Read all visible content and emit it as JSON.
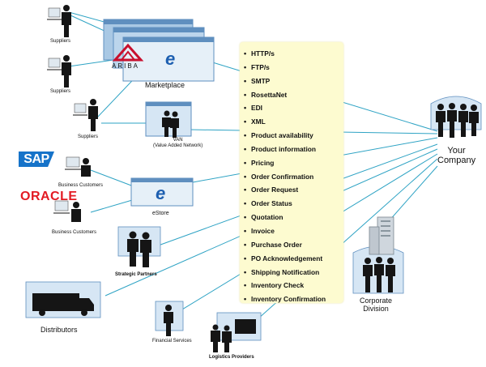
{
  "labels": {
    "suppliers_1": "Suppliers",
    "suppliers_2": "Suppliers",
    "suppliers_3": "Suppliers",
    "marketplace": "Marketplace",
    "ariba": "ARIBA",
    "van": "VAN\n(Value Added Network)",
    "business_customers_1": "Business Customers",
    "business_customers_2": "Business Customers",
    "estore": "eStore",
    "strategic_partners": "Strategic Partners",
    "distributors": "Distributors",
    "financial_services": "Financial Services",
    "logistics_providers": "Logistics Providers",
    "your_company": "Your\nCompany",
    "corporate_division": "Corporate\nDivision",
    "sap": "SAP",
    "oracle": "ORACLE",
    "e_logo": "e"
  },
  "list_items": [
    "HTTP/s",
    "FTP/s",
    "SMTP",
    "RosettaNet",
    "EDI",
    "XML",
    "Product availability",
    "Product information",
    "Pricing",
    "Order Confirmation",
    "Order Request",
    "Order Status",
    "Quotation",
    "Invoice",
    "Purchase Order",
    "PO Acknowledgement",
    "Shipping Notification",
    "Inventory Check",
    "Inventory Confirmation"
  ],
  "colors": {
    "line": "#2ea3c4",
    "panel": "#fdfbd0",
    "window": "#a9c8e4",
    "window_dark": "#5f8fbf",
    "silhouette": "#151515",
    "sap_blue": "#1673c9",
    "oracle_red": "#e31b23",
    "ariba_red": "#c8102e"
  },
  "icons": [
    "person-silhouette-icon",
    "van-truck-icon",
    "building-icon",
    "computer-icon",
    "web-window-icon"
  ]
}
